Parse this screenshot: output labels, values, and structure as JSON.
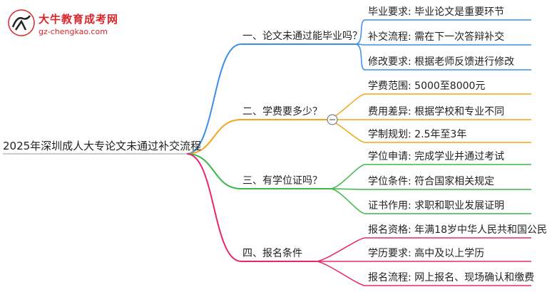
{
  "logo": {
    "name": "大牛教育成考网",
    "url_text": "gz-chengkao.com",
    "mark_text": "大牛"
  },
  "root": {
    "label": "2025年深圳成人大专论文未通过补交流程"
  },
  "branches": [
    {
      "label": "一、论文未通过能毕业吗？",
      "color": "#3b8fe6",
      "children": [
        "毕业要求: 毕业论文是重要环节",
        "补交流程: 需在下一次答辩补交",
        "修改要求: 根据老师反馈进行修改"
      ]
    },
    {
      "label": "二、学费要多少？",
      "color": "#f2a618",
      "children": [
        "学费范围: 5000至8000元",
        "费用差异: 根据学校和专业不同",
        "学制规划: 2.5年至3年"
      ]
    },
    {
      "label": "三、有学位证吗？",
      "color": "#3bb84a",
      "children": [
        "学位申请: 完成学业并通过考试",
        "学位条件: 符合国家相关规定",
        "证书作用: 求职和职业发展证明"
      ]
    },
    {
      "label": "四、报名条件",
      "color": "#e8266f",
      "children": [
        "报名资格: 年满18岁中华人民共和国公民",
        "学历要求: 高中及以上学历",
        "报名流程: 网上报名、现场确认和缴费"
      ]
    }
  ]
}
